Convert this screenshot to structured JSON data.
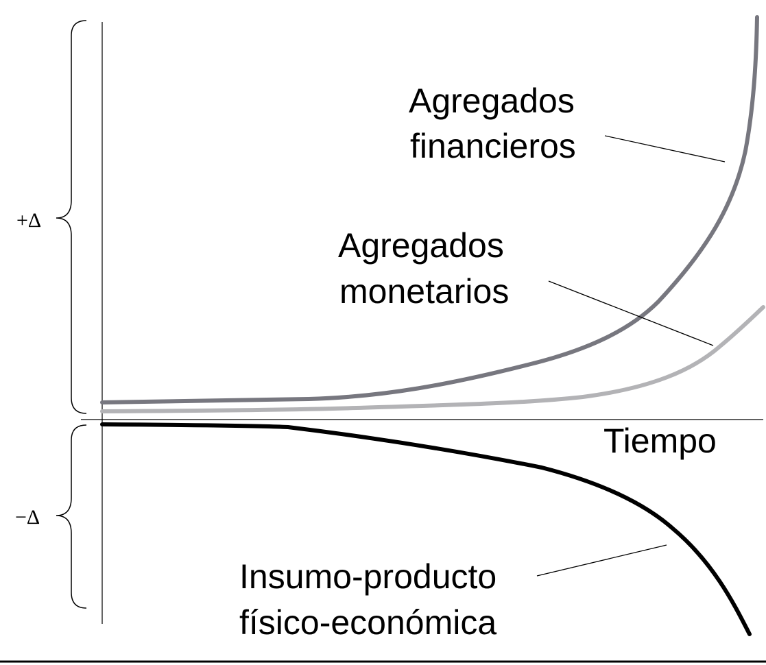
{
  "labels": {
    "plus_delta": "+Δ",
    "minus_delta": "−Δ",
    "time_axis": "Tiempo",
    "financial_line1": "Agregados",
    "financial_line2": "financieros",
    "monetary_line1": "Agregados",
    "monetary_line2": "monetarios",
    "physical_line1": "Insumo-producto",
    "physical_line2": "físico-económica"
  },
  "colors": {
    "financial_curve": "#77777f",
    "monetary_curve": "#b3b3b6",
    "physical_curve": "#000000",
    "axis": "#000000",
    "brace": "#000000"
  }
}
